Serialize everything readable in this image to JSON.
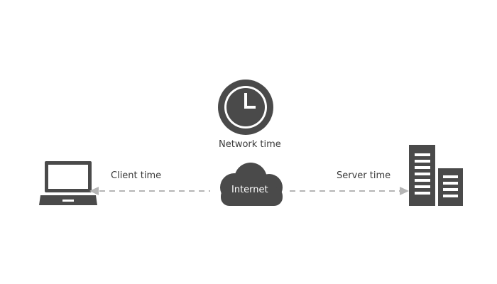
{
  "labels": {
    "network_time": "Network time",
    "client_time": "Client time",
    "server_time": "Server time",
    "internet": "Internet"
  },
  "colors": {
    "icon": "#4a4a4a",
    "dash": "#b5b5b5",
    "text": "#3a3a3a",
    "background": "#ffffff"
  },
  "icons": {
    "clock": "clock-icon",
    "laptop": "laptop-icon",
    "cloud": "cloud-icon",
    "server": "server-icon"
  }
}
